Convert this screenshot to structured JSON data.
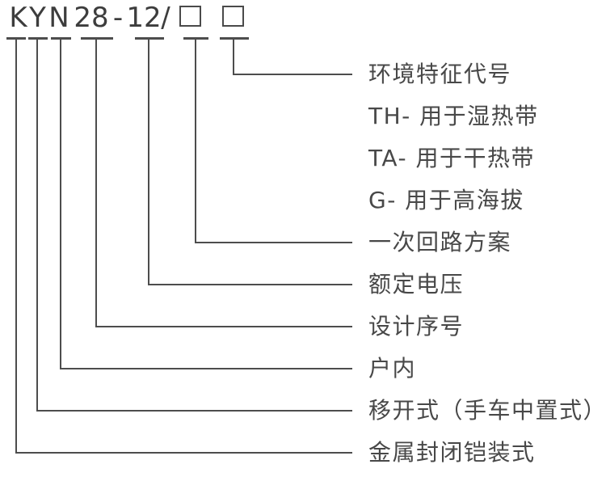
{
  "model_code": {
    "full": "KYN28-12/□□",
    "segments": [
      "K",
      "Y",
      "N",
      "28",
      "-",
      "12",
      "/"
    ],
    "placeholder_symbol": "□",
    "placeholder_count": 2
  },
  "rows": [
    {
      "id": "environment-code",
      "label": "环境特征代号"
    },
    {
      "id": "th",
      "label": "TH- 用于湿热带"
    },
    {
      "id": "ta",
      "label": "TA- 用于干热带"
    },
    {
      "id": "g",
      "label": "G- 用于高海拔"
    },
    {
      "id": "primary-circuit",
      "label": "一次回路方案"
    },
    {
      "id": "rated-voltage",
      "label": "额定电压"
    },
    {
      "id": "design-serial",
      "label": "设计序号"
    },
    {
      "id": "indoor",
      "label": "户内"
    },
    {
      "id": "withdrawable",
      "label": "移开式（手车中置式）"
    },
    {
      "id": "metal-enclosed",
      "label": "金属封闭铠装式"
    }
  ],
  "colors": {
    "background": "#ffffff",
    "code_text": "#3d3d3d",
    "label_text": "#484848",
    "line": "#4d4d4d"
  }
}
